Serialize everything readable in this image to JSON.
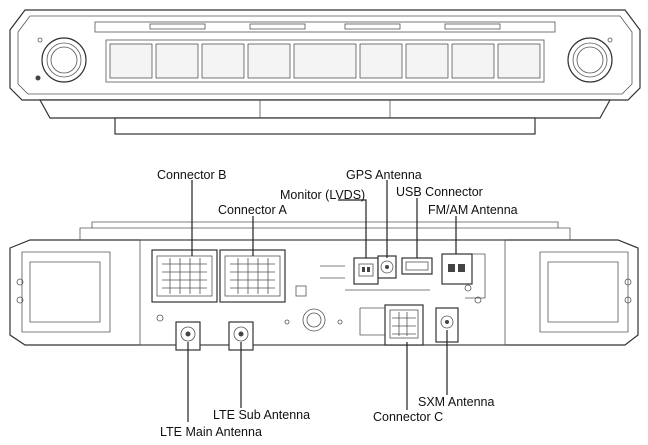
{
  "labels": {
    "connector_b": "Connector B",
    "connector_a": "Connector A",
    "monitor_lvds": "Monitor (LVDS)",
    "gps_antenna": "GPS Antenna",
    "usb_connector": "USB Connector",
    "fm_am_antenna": "FM/AM Antenna",
    "lte_sub_antenna": "LTE Sub Antenna",
    "lte_main_antenna": "LTE Main Antenna",
    "sxm_antenna": "SXM Antenna",
    "connector_c": "Connector C"
  }
}
